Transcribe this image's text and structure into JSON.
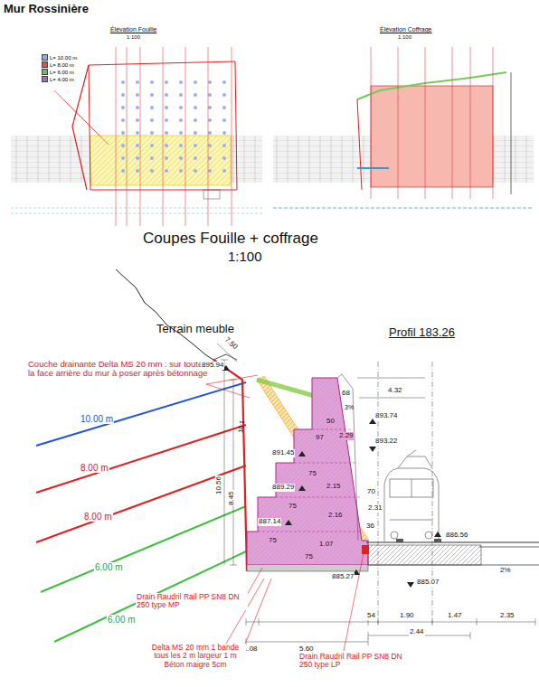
{
  "diagram": {
    "title": "Mur Rossinière",
    "labels": [
      "Élévation Fouille",
      "1:100",
      "Élévation Coffrage",
      "1:100",
      "Coupes Fouille + coffrage",
      "1:100",
      "Terrain meuble",
      "Profil 183.26",
      "Couche drainante Delta MS 20 mm : sur toute la face arrière du mur à poser après bétonnage",
      "10.00 m",
      "8.00 m",
      "8.00 m",
      "6.00 m",
      "6.00 m",
      "7.50",
      "895.94",
      "68",
      "4.32",
      "50",
      "3%",
      "893.74",
      "893.22",
      "2.29",
      "97",
      "891.45",
      "75",
      "2.15",
      "889.29",
      "75",
      "2.16",
      "887.14",
      "75",
      "1.07",
      "75",
      "885.27",
      "70",
      "2.31",
      "886.56",
      "36",
      "885.07",
      "10.56",
      "8.45",
      "10:1",
      "1.08",
      "5.60",
      "54",
      "1.90",
      "1.47",
      "2.35",
      "2.44",
      "2%",
      "Drain Raudril Rail PP SN8 DN 250 type MP",
      "Delta MS 20 mm 1 bande tous les 2 m largeur 1 m Béton maigre 5cm",
      "Drain Raudril Rail PP SN8 DN 250 type LP"
    ],
    "legend": [
      {
        "text": "L= 10.00 m",
        "color": "#8fa8e8"
      },
      {
        "text": "L= 8.00 m",
        "color": "#e05050"
      },
      {
        "text": "L= 6.00 m",
        "color": "#60c060"
      },
      {
        "text": "L= 4.00 m",
        "color": "#a070c0"
      }
    ]
  }
}
